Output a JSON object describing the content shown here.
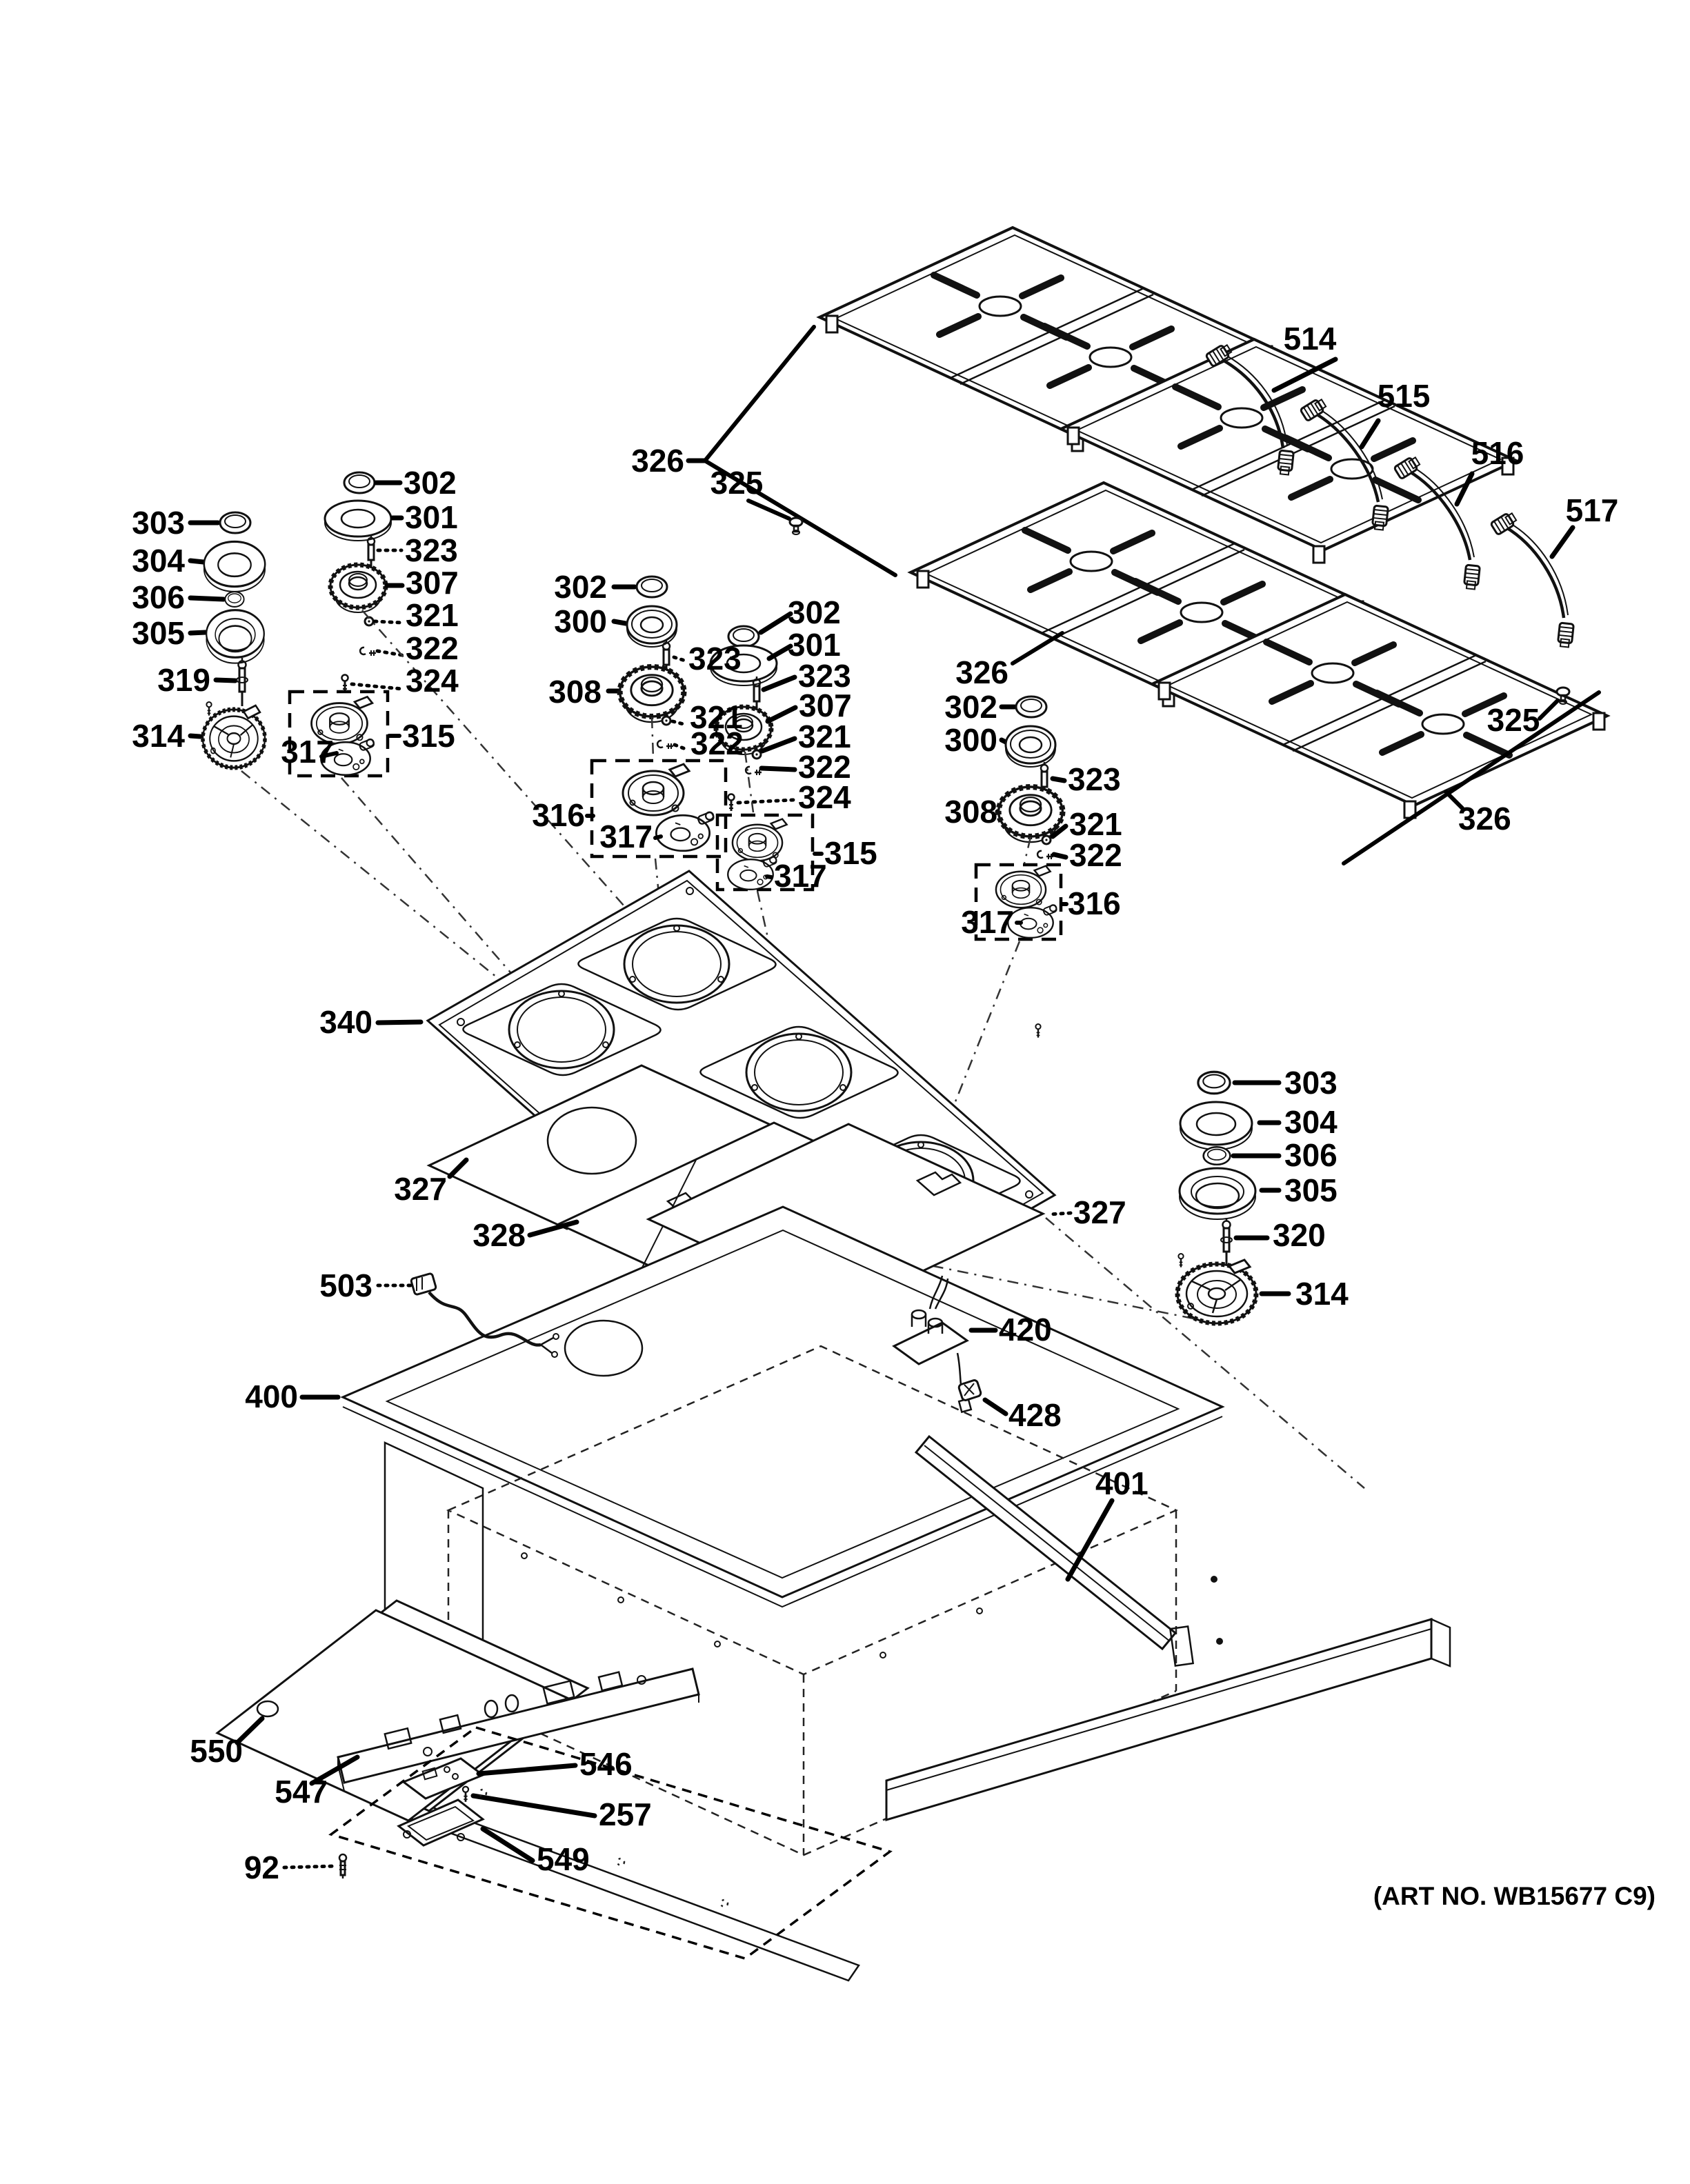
{
  "document": {
    "type": "exploded-parts-diagram",
    "product": "gas cooktop main top assembly",
    "art_no": "(ART NO. WB15677 C9)"
  },
  "colors": {
    "line": "#111111",
    "background": "#ffffff",
    "text": "#000000"
  },
  "callouts": {
    "l303": "303",
    "l304": "304",
    "l306": "306",
    "l305": "305",
    "l319": "319",
    "l314": "314",
    "a317": "317",
    "a315": "315",
    "s2_302": "302",
    "s2_301": "301",
    "s2_323": "323",
    "s2_307": "307",
    "s2_321": "321",
    "s2_322": "322",
    "s2_324": "324",
    "b302": "302",
    "b300": "300",
    "b323": "323",
    "b308": "308",
    "b321": "321",
    "b322": "322",
    "bB316": "316",
    "bB317": "317",
    "s3_302": "302",
    "s3_301": "301",
    "s3_323": "323",
    "s3_307": "307",
    "s3_321": "321",
    "s3_322": "322",
    "s3_324": "324",
    "c315": "315",
    "c317": "317",
    "s4_302": "302",
    "s4_300": "300",
    "s4_323": "323",
    "s4_308": "308",
    "s4_321": "321",
    "s4_322": "322",
    "d317": "317",
    "d316": "316",
    "r303": "303",
    "r304": "304",
    "r306": "306",
    "r305": "305",
    "r320": "320",
    "r314": "314",
    "g326a": "326",
    "g325a": "325",
    "g326b": "326",
    "g325b": "325",
    "g326c": "326",
    "w514": "514",
    "w515": "515",
    "w516": "516",
    "w517": "517",
    "m340": "340",
    "f327a": "327",
    "f328": "328",
    "f327b": "327",
    "h503": "503",
    "m420": "420",
    "m428": "428",
    "fr400": "400",
    "r401": "401",
    "p550": "550",
    "p547": "547",
    "p546": "546",
    "p257": "257",
    "p549": "549",
    "p92": "92",
    "art_no": "(ART NO. WB15677 C9)"
  }
}
